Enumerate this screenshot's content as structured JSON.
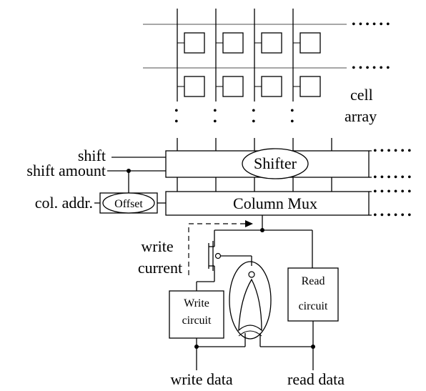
{
  "labels": {
    "cell_array_1": "cell",
    "cell_array_2": "array",
    "shift": "shift",
    "shift_amount": "shift amount",
    "col_addr": "col. addr.",
    "offset": "Offset",
    "shifter": "Shifter",
    "column_mux": "Column Mux",
    "write_current_1": "write",
    "write_current_2": "current",
    "write_circuit_1": "Write",
    "write_circuit_2": "circuit",
    "read_circuit_1": "Read",
    "read_circuit_2": "circuit",
    "write_data": "write data",
    "read_data": "read data"
  },
  "continuation_marks": {
    "row_dots": "• • • • • •",
    "column_dots": "•"
  }
}
